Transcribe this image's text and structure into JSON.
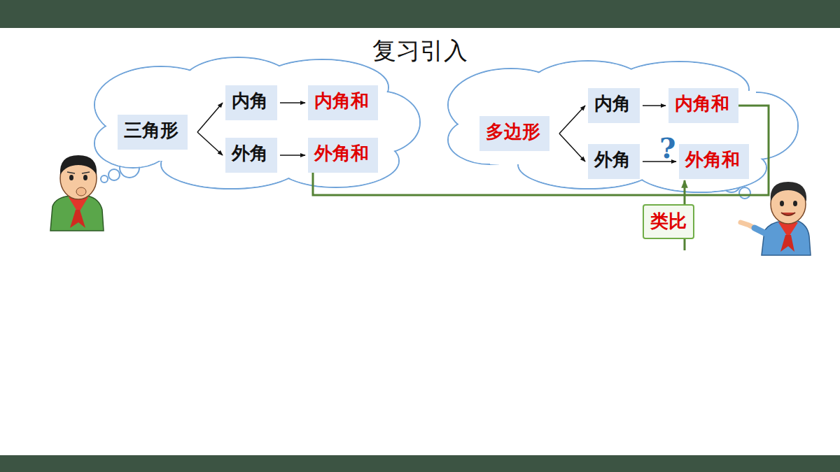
{
  "diagram": {
    "title": "复习引入",
    "nodes": [
      {
        "text": [
          "三角形"
        ]
      },
      {
        "text": [
          "内角"
        ]
      },
      {
        "text": [
          "内角和"
        ]
      },
      {
        "text": [
          "外角"
        ]
      },
      {
        "text": [
          "外角和"
        ]
      },
      {
        "text": [
          "多边形"
        ]
      },
      {
        "text": [
          "内角"
        ]
      },
      {
        "text": [
          "内角和"
        ]
      },
      {
        "text": [
          "外角"
        ]
      },
      {
        "text": [
          "外角和"
        ]
      },
      {
        "text": [
          "类比"
        ]
      }
    ],
    "edges": [
      {
        "from": 0,
        "to": 1,
        "arrow": "to"
      },
      {
        "from": 0,
        "to": 3,
        "arrow": "to"
      },
      {
        "from": 1,
        "to": 2,
        "arrow": "to"
      },
      {
        "from": 3,
        "to": 4,
        "arrow": "to"
      },
      {
        "from": 5,
        "to": 6,
        "arrow": "to"
      },
      {
        "from": 5,
        "to": 8,
        "arrow": "to"
      },
      {
        "from": 6,
        "to": 7,
        "arrow": "to"
      },
      {
        "from": 8,
        "to": 9,
        "arrow": "to"
      },
      {
        "from": 4,
        "to": 7,
        "arrow": "none"
      },
      {
        "from": 10,
        "to": 9,
        "arrow": "to"
      }
    ],
    "labels": [
      "?"
    ]
  }
}
